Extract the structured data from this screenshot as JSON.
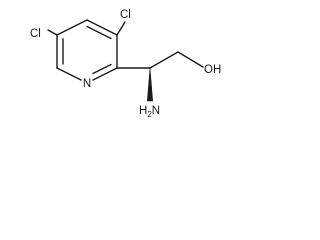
{
  "atoms": {
    "cl_top": "Cl",
    "cl_left": "Cl",
    "n_ring": "N",
    "oh": "OH",
    "nh2_prefix": "H",
    "nh2_sub": "2",
    "nh2_suffix": "N"
  }
}
